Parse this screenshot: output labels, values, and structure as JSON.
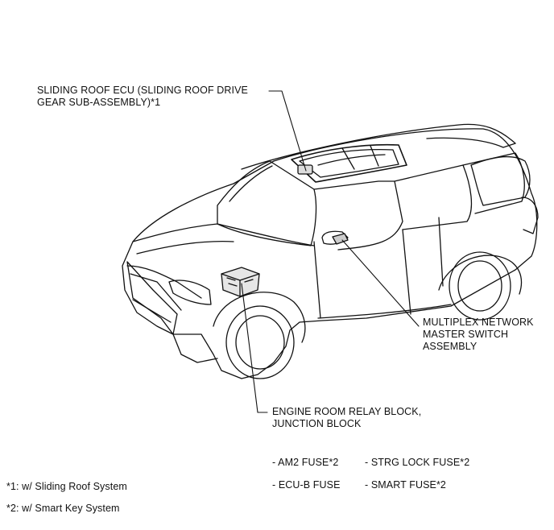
{
  "callouts": {
    "sliding_roof_ecu": {
      "line1": "SLIDING ROOF ECU (SLIDING ROOF DRIVE",
      "line2": "GEAR SUB-ASSEMBLY)*1"
    },
    "multiplex_switch": {
      "line1": "MULTIPLEX NETWORK",
      "line2": "MASTER SWITCH",
      "line3": "ASSEMBLY"
    },
    "engine_room_relay": {
      "line1": "ENGINE ROOM RELAY BLOCK,",
      "line2": "JUNCTION  BLOCK"
    }
  },
  "fuses": {
    "col1": [
      "- AM2 FUSE*2",
      "- ECU-B FUSE"
    ],
    "col2": [
      "- STRG LOCK FUSE*2",
      "- SMART FUSE*2"
    ]
  },
  "footnotes": [
    "*1: w/ Sliding Roof System",
    "*2: w/ Smart Key System"
  ]
}
